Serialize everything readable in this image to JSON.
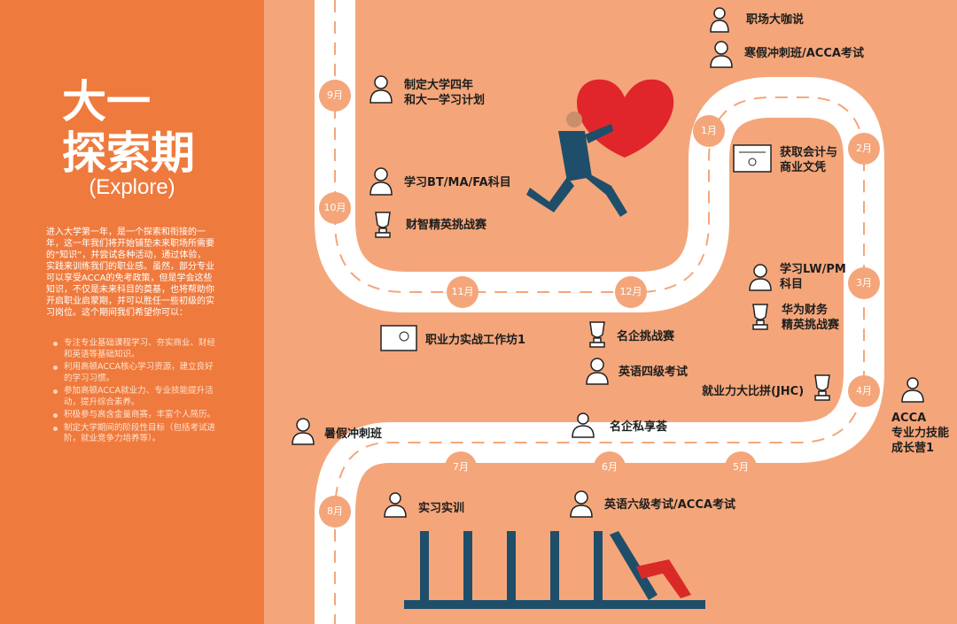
{
  "left": {
    "title": "大一\n探索期",
    "subtitle": "(Explore)",
    "intro": "进入大学第一年，是一个探索和衔接的一年，这一年我们将开始铺垫未来职场所需要的“知识”，并尝试各种活动，通过体验，实践来训练我们的职业感。虽然，部分专业可以享受ACCA的免考政策，但是学会这些知识，不仅是未来科目的奠基，也将帮助你开启职业启蒙期，并可以胜任一些初级的实习岗位。这个期间我们希望你可以：",
    "bullets": [
      "专注专业基础课程学习、夯实商业、财经和英语等基础知识。",
      "利用高顿ACCA核心学习资源，建立良好的学习习惯。",
      "参加高顿ACCA就业力、专业技能提升活动，提升综合素养。",
      "积极参与高含金量商赛，丰富个人简历。",
      "制定大学期间的阶段性目标（包括考试进阶，就业竞争力培养等）。"
    ]
  },
  "months": [
    "9月",
    "10月",
    "11月",
    "12月",
    "1月",
    "2月",
    "3月",
    "4月",
    "5月",
    "6月",
    "7月",
    "8月"
  ],
  "events": {
    "plan": "制定大学四年\n和大一学习计划",
    "study_bt": "学习BT/MA/FA科目",
    "caizhi": "财智精英挑战赛",
    "career_talk": "职场大咖说",
    "winter": "寒假冲刺班/ACCA考试",
    "certificate": "获取会计与\n商业文凭",
    "study_lw": "学习LW/PM\n科目",
    "huawei": "华为财务\n精英挑战赛",
    "workshop": "职业力实战工作坊1",
    "mingqi_challenge": "名企挑战赛",
    "cet4": "英语四级考试",
    "jhc": "就业力大比拼(JHC)",
    "acca_camp": "ACCA\n专业力技能\n成长营1",
    "mingqi_salon": "名企私享荟",
    "summer": "暑假冲刺班",
    "internship": "实习实训",
    "cet6": "英语六级考试/ACCA考试"
  },
  "colors": {
    "left_panel": "#ef7a3d",
    "background": "#f4a67a",
    "road": "#ffffff",
    "heart": "#e0262b",
    "figure": "#1f4e6a"
  },
  "icons": [
    "person-icon",
    "trophy-icon",
    "certificate-icon",
    "presentation-icon",
    "group-icon",
    "heart-icon",
    "domino-icon"
  ]
}
